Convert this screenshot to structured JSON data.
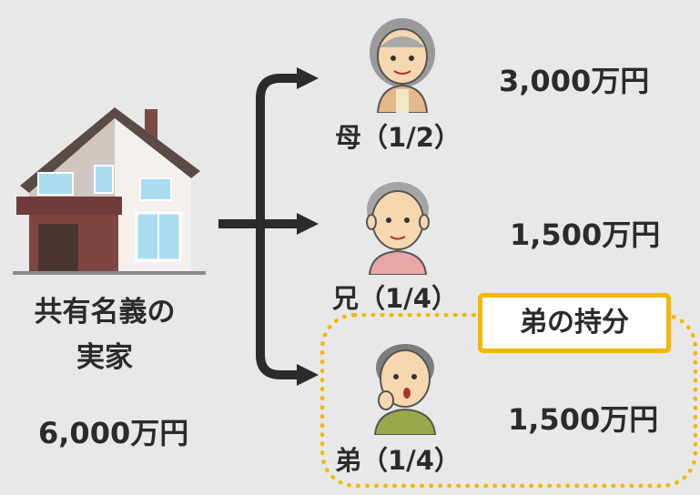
{
  "property": {
    "label_line1": "共有名義の",
    "label_line2": "実家",
    "total_value": "6,000万円"
  },
  "heirs": [
    {
      "label": "母（1/2）",
      "amount": "3,000万円",
      "icon": "grandmother-icon"
    },
    {
      "label": "兄（1/4）",
      "amount": "1,500万円",
      "icon": "older-man-icon"
    },
    {
      "label": "弟（1/4）",
      "amount": "1,500万円",
      "icon": "worried-man-icon"
    }
  ],
  "highlight": {
    "badge": "弟の持分"
  },
  "colors": {
    "background": "#e8e8e8",
    "highlight": "#f2b705",
    "text": "#2b2b2b"
  }
}
